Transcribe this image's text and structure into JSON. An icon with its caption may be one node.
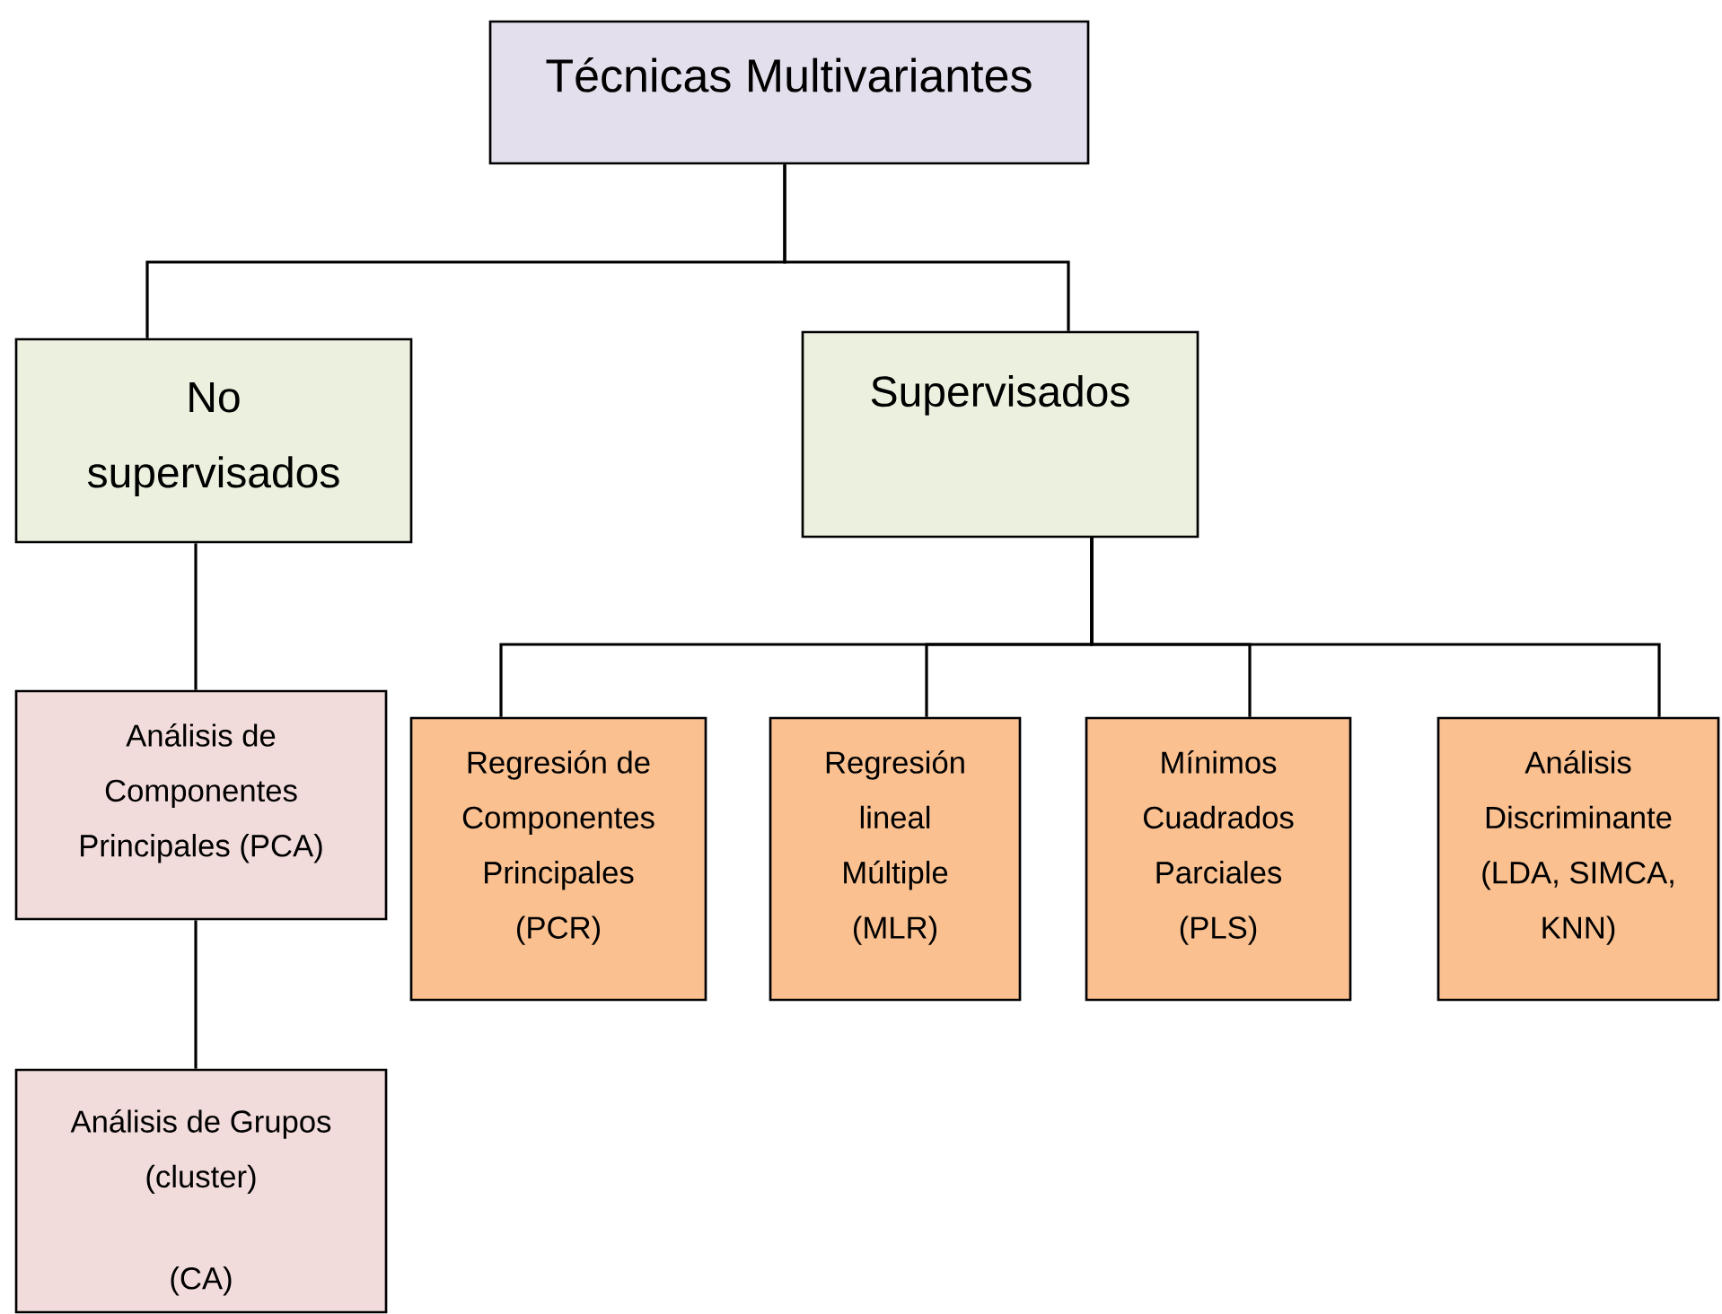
{
  "diagram": {
    "nodes": [
      {
        "text": [
          "Técnicas Multivariantes"
        ]
      },
      {
        "text": [
          "No supervisados"
        ]
      },
      {
        "text": [
          "Supervisados"
        ]
      },
      {
        "text": [
          "Análisis de Componentes Principales (PCA)"
        ]
      },
      {
        "text": [
          "Análisis de Grupos (cluster)",
          "(CA)"
        ]
      },
      {
        "text": [
          "Regresión de Componentes Principales (PCR)"
        ]
      },
      {
        "text": [
          "Regresión lineal Múltiple (MLR)"
        ]
      },
      {
        "text": [
          "Mínimos Cuadrados Parciales (PLS)"
        ]
      },
      {
        "text": [
          "Análisis Discriminante (LDA, SIMCA, KNN)"
        ]
      }
    ],
    "edges": [
      {
        "from": 0,
        "to": 1,
        "arrow": "none"
      },
      {
        "from": 0,
        "to": 2,
        "arrow": "none"
      },
      {
        "from": 1,
        "to": 3,
        "arrow": "none"
      },
      {
        "from": 3,
        "to": 4,
        "arrow": "none"
      },
      {
        "from": 2,
        "to": 5,
        "arrow": "none"
      },
      {
        "from": 2,
        "to": 6,
        "arrow": "none"
      },
      {
        "from": 2,
        "to": 7,
        "arrow": "none"
      },
      {
        "from": 2,
        "to": 8,
        "arrow": "none"
      }
    ]
  }
}
